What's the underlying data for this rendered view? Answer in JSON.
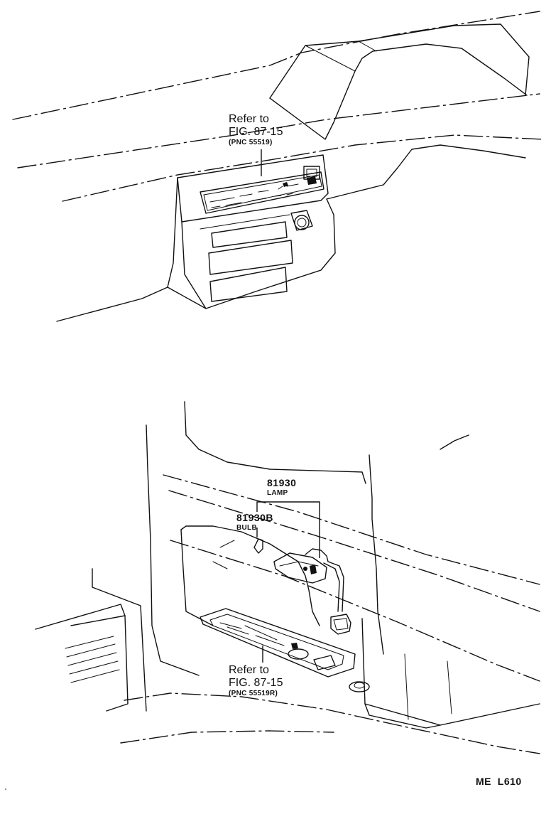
{
  "upper_callout": {
    "refer": "Refer to",
    "fig": "FIG. 87-15",
    "pnc": "(PNC 55519)"
  },
  "lamp_callout": {
    "part_number": "81930",
    "name": "LAMP"
  },
  "bulb_callout": {
    "part_number": "81930B",
    "name": "BULB"
  },
  "lower_callout": {
    "refer": "Refer to",
    "fig": "FIG. 87-15",
    "pnc": "(PNC 55519R)"
  },
  "drawing_code": "ME  L610"
}
